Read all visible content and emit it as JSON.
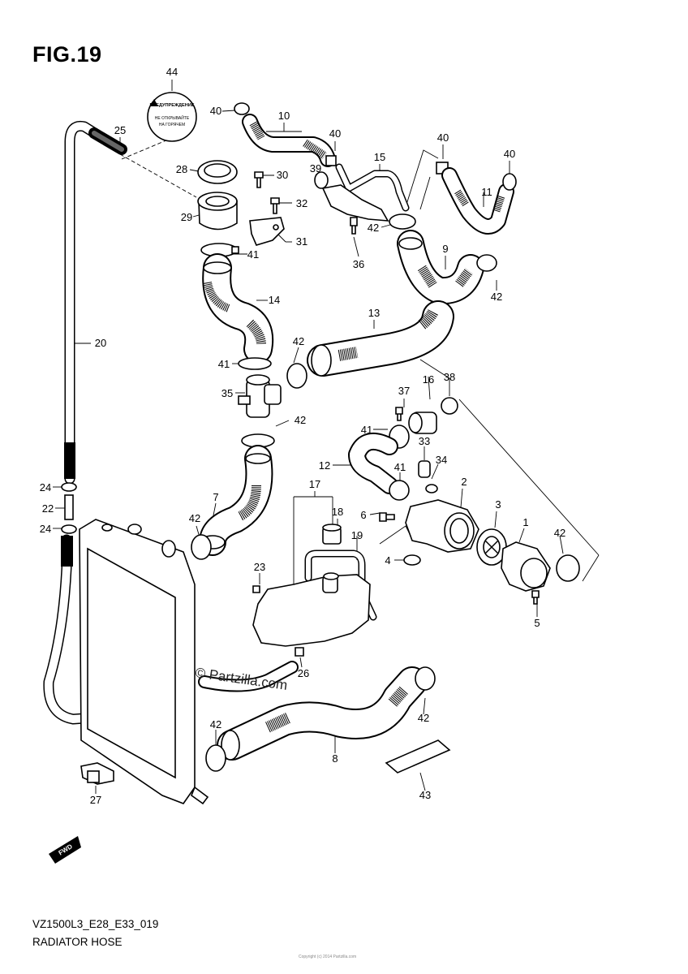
{
  "figure": {
    "title": "FIG.19",
    "code": "VZ1500L3_E28_E33_019",
    "name": "RADIATOR HOSE"
  },
  "cap_label": {
    "line1": "ПРЕДУПРЕЖДЕНИЕ",
    "line2": "НЕ ОТКРЫВАЙТЕ",
    "line3": "НА ГОРЯЧЕМ"
  },
  "watermark": "© Partzilla.com",
  "fwd_label": "FWD",
  "fine_print": "Copyright (c) 2014 Partzilla.com",
  "callouts": [
    {
      "id": "c44",
      "label": "44"
    },
    {
      "id": "c40a",
      "label": "40"
    },
    {
      "id": "c10",
      "label": "10"
    },
    {
      "id": "c25",
      "label": "25"
    },
    {
      "id": "c28",
      "label": "28"
    },
    {
      "id": "c30",
      "label": "30"
    },
    {
      "id": "c32",
      "label": "32"
    },
    {
      "id": "c29",
      "label": "29"
    },
    {
      "id": "c31",
      "label": "31"
    },
    {
      "id": "c41a",
      "label": "41"
    },
    {
      "id": "c14",
      "label": "14"
    },
    {
      "id": "c40b",
      "label": "40"
    },
    {
      "id": "c39",
      "label": "39"
    },
    {
      "id": "c15",
      "label": "15"
    },
    {
      "id": "c42a",
      "label": "42"
    },
    {
      "id": "c36",
      "label": "36"
    },
    {
      "id": "c40c",
      "label": "40"
    },
    {
      "id": "c40d",
      "label": "40"
    },
    {
      "id": "c11",
      "label": "11"
    },
    {
      "id": "c9",
      "label": "9"
    },
    {
      "id": "c42b",
      "label": "42"
    },
    {
      "id": "c13",
      "label": "13"
    },
    {
      "id": "c20",
      "label": "20"
    },
    {
      "id": "c42c",
      "label": "42"
    },
    {
      "id": "c41b",
      "label": "41"
    },
    {
      "id": "c35",
      "label": "35"
    },
    {
      "id": "c42d",
      "label": "42"
    },
    {
      "id": "c16",
      "label": "16"
    },
    {
      "id": "c38",
      "label": "38"
    },
    {
      "id": "c37",
      "label": "37"
    },
    {
      "id": "c41c",
      "label": "41"
    },
    {
      "id": "c33",
      "label": "33"
    },
    {
      "id": "c12",
      "label": "12"
    },
    {
      "id": "c34",
      "label": "34"
    },
    {
      "id": "c41d",
      "label": "41"
    },
    {
      "id": "c24a",
      "label": "24"
    },
    {
      "id": "c22",
      "label": "22"
    },
    {
      "id": "c24b",
      "label": "24"
    },
    {
      "id": "c7",
      "label": "7"
    },
    {
      "id": "c17",
      "label": "17"
    },
    {
      "id": "c2",
      "label": "2"
    },
    {
      "id": "c3",
      "label": "3"
    },
    {
      "id": "c18",
      "label": "18"
    },
    {
      "id": "c6",
      "label": "6"
    },
    {
      "id": "c1",
      "label": "1"
    },
    {
      "id": "c19",
      "label": "19"
    },
    {
      "id": "c42e",
      "label": "42"
    },
    {
      "id": "c42f",
      "label": "42"
    },
    {
      "id": "c4",
      "label": "4"
    },
    {
      "id": "c23",
      "label": "23"
    },
    {
      "id": "c5",
      "label": "5"
    },
    {
      "id": "c26",
      "label": "26"
    },
    {
      "id": "c42g",
      "label": "42"
    },
    {
      "id": "c42h",
      "label": "42"
    },
    {
      "id": "c8",
      "label": "8"
    },
    {
      "id": "c27",
      "label": "27"
    },
    {
      "id": "c43",
      "label": "43"
    }
  ]
}
